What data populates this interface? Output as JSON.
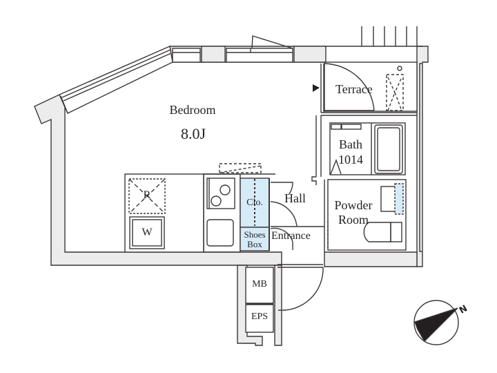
{
  "floorplan": {
    "rooms": [
      {
        "id": "bedroom",
        "label": "Bedroom",
        "area": "8.0J"
      },
      {
        "id": "terrace",
        "label": "Terrace"
      },
      {
        "id": "bath",
        "label": "Bath",
        "size": "1014"
      },
      {
        "id": "powder-room",
        "label_line1": "Powder",
        "label_line2": "Room"
      },
      {
        "id": "hall",
        "label": "Hall"
      },
      {
        "id": "entrance",
        "label": "Entrance"
      },
      {
        "id": "closet",
        "label": "Clo."
      },
      {
        "id": "shoes-box",
        "label_line1": "Shoes",
        "label_line2": "Box"
      },
      {
        "id": "mb",
        "label": "MB"
      },
      {
        "id": "eps",
        "label": "EPS"
      }
    ],
    "fixtures": {
      "refrigerator": "R",
      "washer": "W"
    },
    "compass": {
      "label": "N"
    },
    "colors": {
      "wall_fill": "#ececec",
      "line": "#3a3536",
      "storage_fill": "#d6ebf8",
      "text": "#231f20"
    }
  }
}
